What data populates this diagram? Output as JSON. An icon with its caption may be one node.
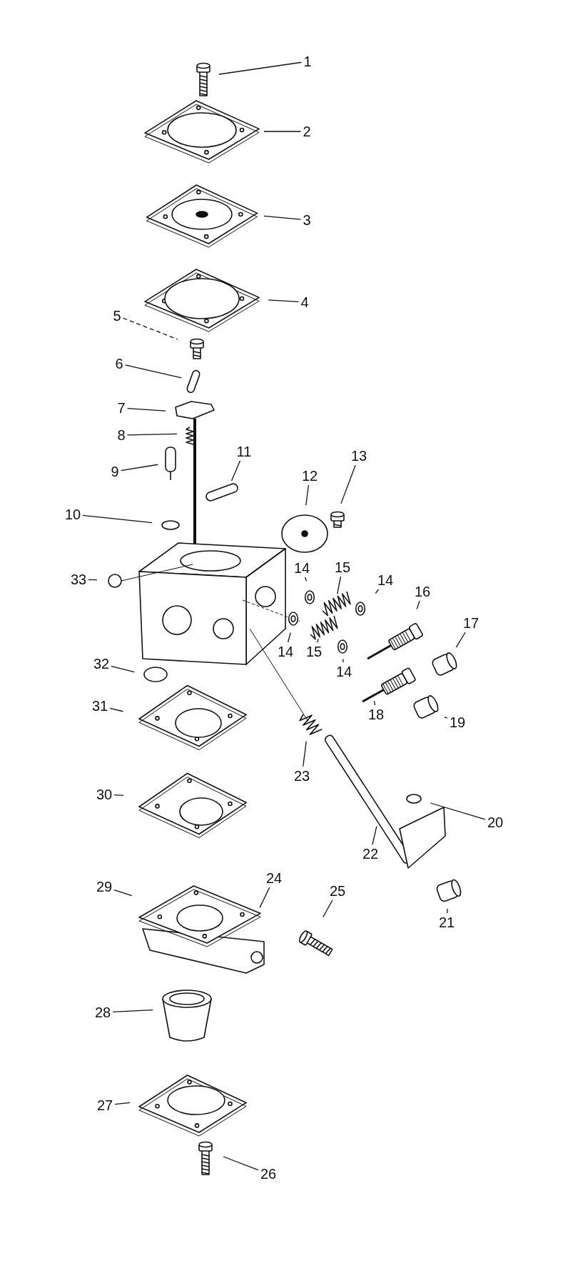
{
  "diagram": {
    "nodes": [
      {
        "text": [
          "1"
        ]
      },
      {
        "text": [
          "2"
        ]
      },
      {
        "text": [
          "3"
        ]
      },
      {
        "text": [
          "4"
        ]
      },
      {
        "text": [
          "5"
        ]
      },
      {
        "text": [
          "6"
        ]
      },
      {
        "text": [
          "7"
        ]
      },
      {
        "text": [
          "8"
        ]
      },
      {
        "text": [
          "11"
        ]
      },
      {
        "text": [
          "13"
        ]
      },
      {
        "text": [
          "9"
        ]
      },
      {
        "text": [
          "12"
        ]
      },
      {
        "text": [
          "10"
        ]
      },
      {
        "text": [
          "15"
        ]
      },
      {
        "text": [
          "14"
        ]
      },
      {
        "text": [
          "33"
        ]
      },
      {
        "text": [
          "14"
        ]
      },
      {
        "text": [
          "16"
        ]
      },
      {
        "text": [
          "17"
        ]
      },
      {
        "text": [
          "15"
        ]
      },
      {
        "text": [
          "14"
        ]
      },
      {
        "text": [
          "14"
        ]
      },
      {
        "text": [
          "32"
        ]
      },
      {
        "text": [
          "31"
        ]
      },
      {
        "text": [
          "18"
        ]
      },
      {
        "text": [
          "19"
        ]
      },
      {
        "text": [
          "23"
        ]
      },
      {
        "text": [
          "30"
        ]
      },
      {
        "text": [
          "20"
        ]
      },
      {
        "text": [
          "22"
        ]
      },
      {
        "text": [
          "24"
        ]
      },
      {
        "text": [
          "29"
        ]
      },
      {
        "text": [
          "25"
        ]
      },
      {
        "text": [
          "21"
        ]
      },
      {
        "text": [
          "28"
        ]
      },
      {
        "text": [
          "27"
        ]
      },
      {
        "text": [
          "26"
        ]
      }
    ],
    "edges": [
      {
        "from": 0,
        "to": null,
        "arrow": "none"
      },
      {
        "from": 1,
        "to": null,
        "arrow": "none"
      },
      {
        "from": 2,
        "to": null,
        "arrow": "none"
      },
      {
        "from": 3,
        "to": null,
        "arrow": "none"
      },
      {
        "from": 4,
        "to": null,
        "arrow": "none",
        "style": "dashed"
      },
      {
        "from": 5,
        "to": null,
        "arrow": "none"
      },
      {
        "from": 6,
        "to": null,
        "arrow": "none"
      },
      {
        "from": 7,
        "to": null,
        "arrow": "none"
      },
      {
        "from": 8,
        "to": null,
        "arrow": "none"
      },
      {
        "from": 9,
        "to": null,
        "arrow": "none"
      },
      {
        "from": 10,
        "to": null,
        "arrow": "none"
      },
      {
        "from": 11,
        "to": null,
        "arrow": "none"
      },
      {
        "from": 12,
        "to": null,
        "arrow": "none"
      },
      {
        "from": 13,
        "to": null,
        "arrow": "none"
      },
      {
        "from": 14,
        "to": null,
        "arrow": "none"
      },
      {
        "from": 15,
        "to": null,
        "arrow": "none"
      },
      {
        "from": 16,
        "to": null,
        "arrow": "none"
      },
      {
        "from": 17,
        "to": null,
        "arrow": "none"
      },
      {
        "from": 18,
        "to": null,
        "arrow": "none"
      },
      {
        "from": 19,
        "to": null,
        "arrow": "none"
      },
      {
        "from": 20,
        "to": null,
        "arrow": "none"
      },
      {
        "from": 21,
        "to": null,
        "arrow": "none"
      },
      {
        "from": 22,
        "to": null,
        "arrow": "none"
      },
      {
        "from": 23,
        "to": null,
        "arrow": "none"
      },
      {
        "from": 24,
        "to": null,
        "arrow": "none"
      },
      {
        "from": 25,
        "to": null,
        "arrow": "none"
      },
      {
        "from": 26,
        "to": null,
        "arrow": "none"
      },
      {
        "from": 27,
        "to": null,
        "arrow": "none"
      },
      {
        "from": 28,
        "to": null,
        "arrow": "none"
      },
      {
        "from": 29,
        "to": null,
        "arrow": "none"
      },
      {
        "from": 30,
        "to": null,
        "arrow": "none"
      },
      {
        "from": 31,
        "to": null,
        "arrow": "none"
      },
      {
        "from": 32,
        "to": null,
        "arrow": "none"
      },
      {
        "from": 33,
        "to": null,
        "arrow": "none"
      },
      {
        "from": 34,
        "to": null,
        "arrow": "none"
      },
      {
        "from": 35,
        "to": null,
        "arrow": "none"
      },
      {
        "from": 36,
        "to": null,
        "arrow": "none"
      }
    ]
  }
}
